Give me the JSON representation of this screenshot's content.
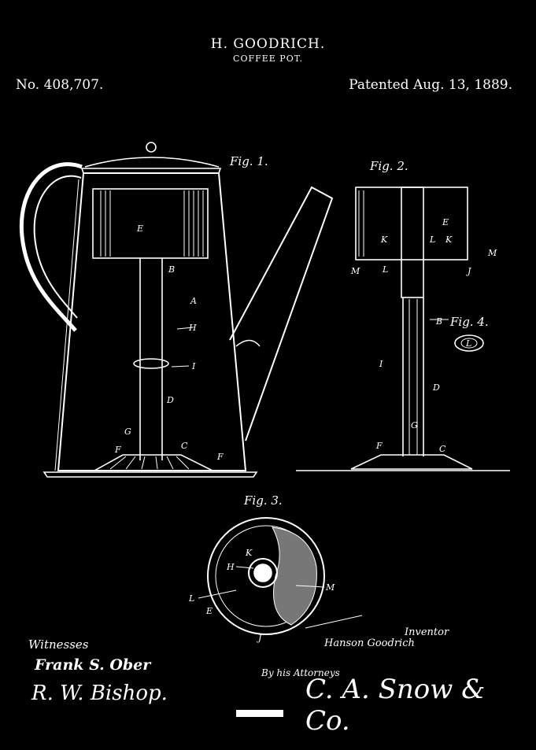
{
  "header": {
    "inventor_name": "H. GOODRICH.",
    "invention": "COFFEE POT.",
    "patent_number": "No. 408,707.",
    "patent_date": "Patented Aug. 13, 1889."
  },
  "figures": {
    "fig1": "Fig. 1.",
    "fig2": "Fig. 2.",
    "fig3": "Fig. 3.",
    "fig4": "Fig. 4."
  },
  "reference_letters": {
    "E": "E",
    "B": "B",
    "A": "A",
    "H": "H",
    "I": "I",
    "D": "D",
    "G": "G",
    "F": "F",
    "C": "C",
    "K": "K",
    "L": "L",
    "M": "M",
    "J": "J"
  },
  "signatures": {
    "witnesses_label": "Witnesses",
    "witness_1": "Frank S. Ober",
    "witness_2": "R. W. Bishop.",
    "inventor_label": "Inventor",
    "inventor_signature": "Hanson Goodrich",
    "attorneys_label": "By his Attorneys",
    "attorney_signature": "C. A. Snow & Co."
  }
}
